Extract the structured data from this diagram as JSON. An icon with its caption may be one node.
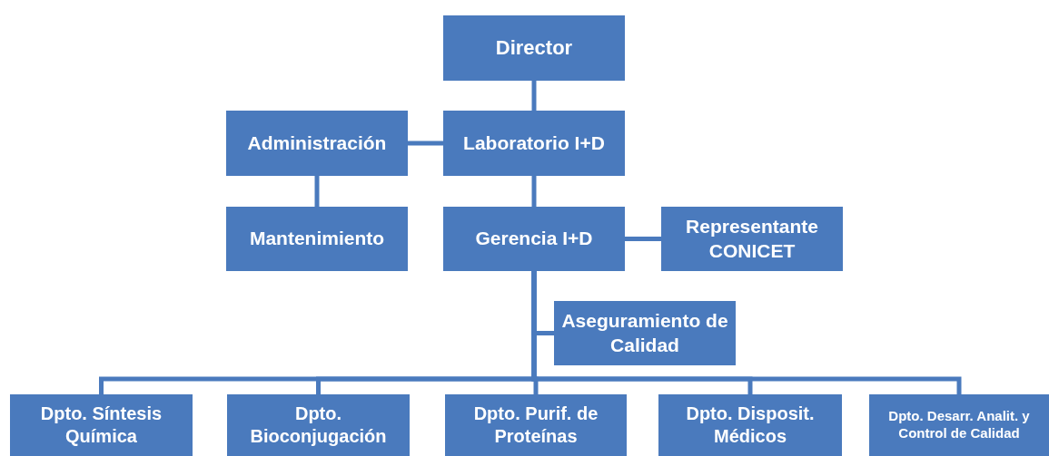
{
  "diagram": {
    "nodes": [
      {
        "text": [
          "Director"
        ]
      },
      {
        "text": [
          "Administración"
        ]
      },
      {
        "text": [
          "Laboratorio I+D"
        ]
      },
      {
        "text": [
          "Mantenimiento"
        ]
      },
      {
        "text": [
          "Gerencia I+D"
        ]
      },
      {
        "text": [
          "Representante CONICET"
        ]
      },
      {
        "text": [
          "Aseguramiento de Calidad"
        ]
      },
      {
        "text": [
          "Dpto. Síntesis Química"
        ]
      },
      {
        "text": [
          "Dpto. Bioconjugación"
        ]
      },
      {
        "text": [
          "Dpto. Purif. de Proteínas"
        ]
      },
      {
        "text": [
          "Dpto. Disposit. Médicos"
        ]
      },
      {
        "text": [
          "Dpto. Desarr. Analit. y Control de Calidad"
        ]
      }
    ],
    "edges": [
      {
        "from": 0,
        "to": 2,
        "arrow": "none"
      },
      {
        "from": 1,
        "to": 2,
        "arrow": "none"
      },
      {
        "from": 1,
        "to": 3,
        "arrow": "none"
      },
      {
        "from": 2,
        "to": 4,
        "arrow": "none"
      },
      {
        "from": 4,
        "to": 5,
        "arrow": "none"
      },
      {
        "from": 4,
        "to": 6,
        "arrow": "none"
      },
      {
        "from": 4,
        "to": 7,
        "arrow": "none"
      },
      {
        "from": 4,
        "to": 8,
        "arrow": "none"
      },
      {
        "from": 4,
        "to": 9,
        "arrow": "none"
      },
      {
        "from": 4,
        "to": 10,
        "arrow": "none"
      },
      {
        "from": 4,
        "to": 11,
        "arrow": "none"
      }
    ]
  }
}
